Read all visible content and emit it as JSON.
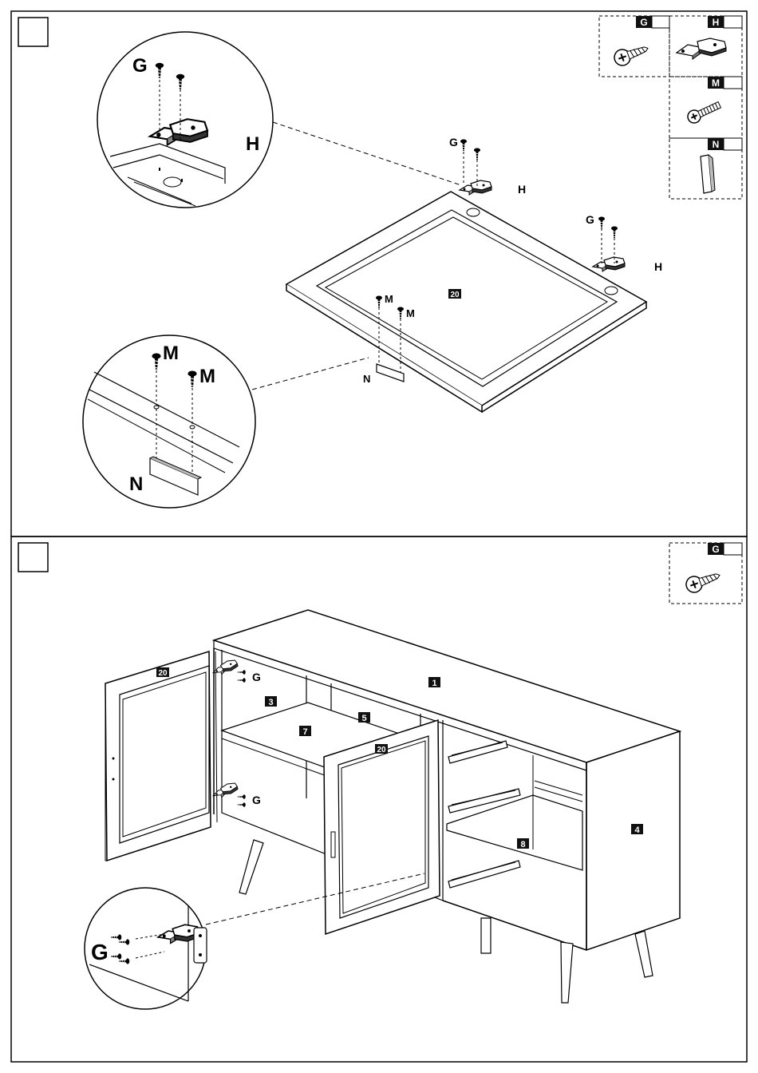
{
  "panel1": {
    "labels": {
      "G": "G",
      "H": "H",
      "M": "M",
      "N": "N"
    },
    "part_door": "20",
    "legend": [
      {
        "code": "G",
        "icon": "wood-screw-icon"
      },
      {
        "code": "H",
        "icon": "cabinet-hinge-icon"
      },
      {
        "code": "M",
        "icon": "machine-screw-icon"
      },
      {
        "code": "N",
        "icon": "handle-strip-icon"
      }
    ]
  },
  "panel2": {
    "labels": {
      "G": "G"
    },
    "parts": {
      "p1": "1",
      "p3": "3",
      "p4": "4",
      "p5": "5",
      "p7": "7",
      "p8": "8",
      "p20a": "20",
      "p20b": "20"
    },
    "legend": [
      {
        "code": "G",
        "icon": "wood-screw-icon"
      }
    ]
  }
}
